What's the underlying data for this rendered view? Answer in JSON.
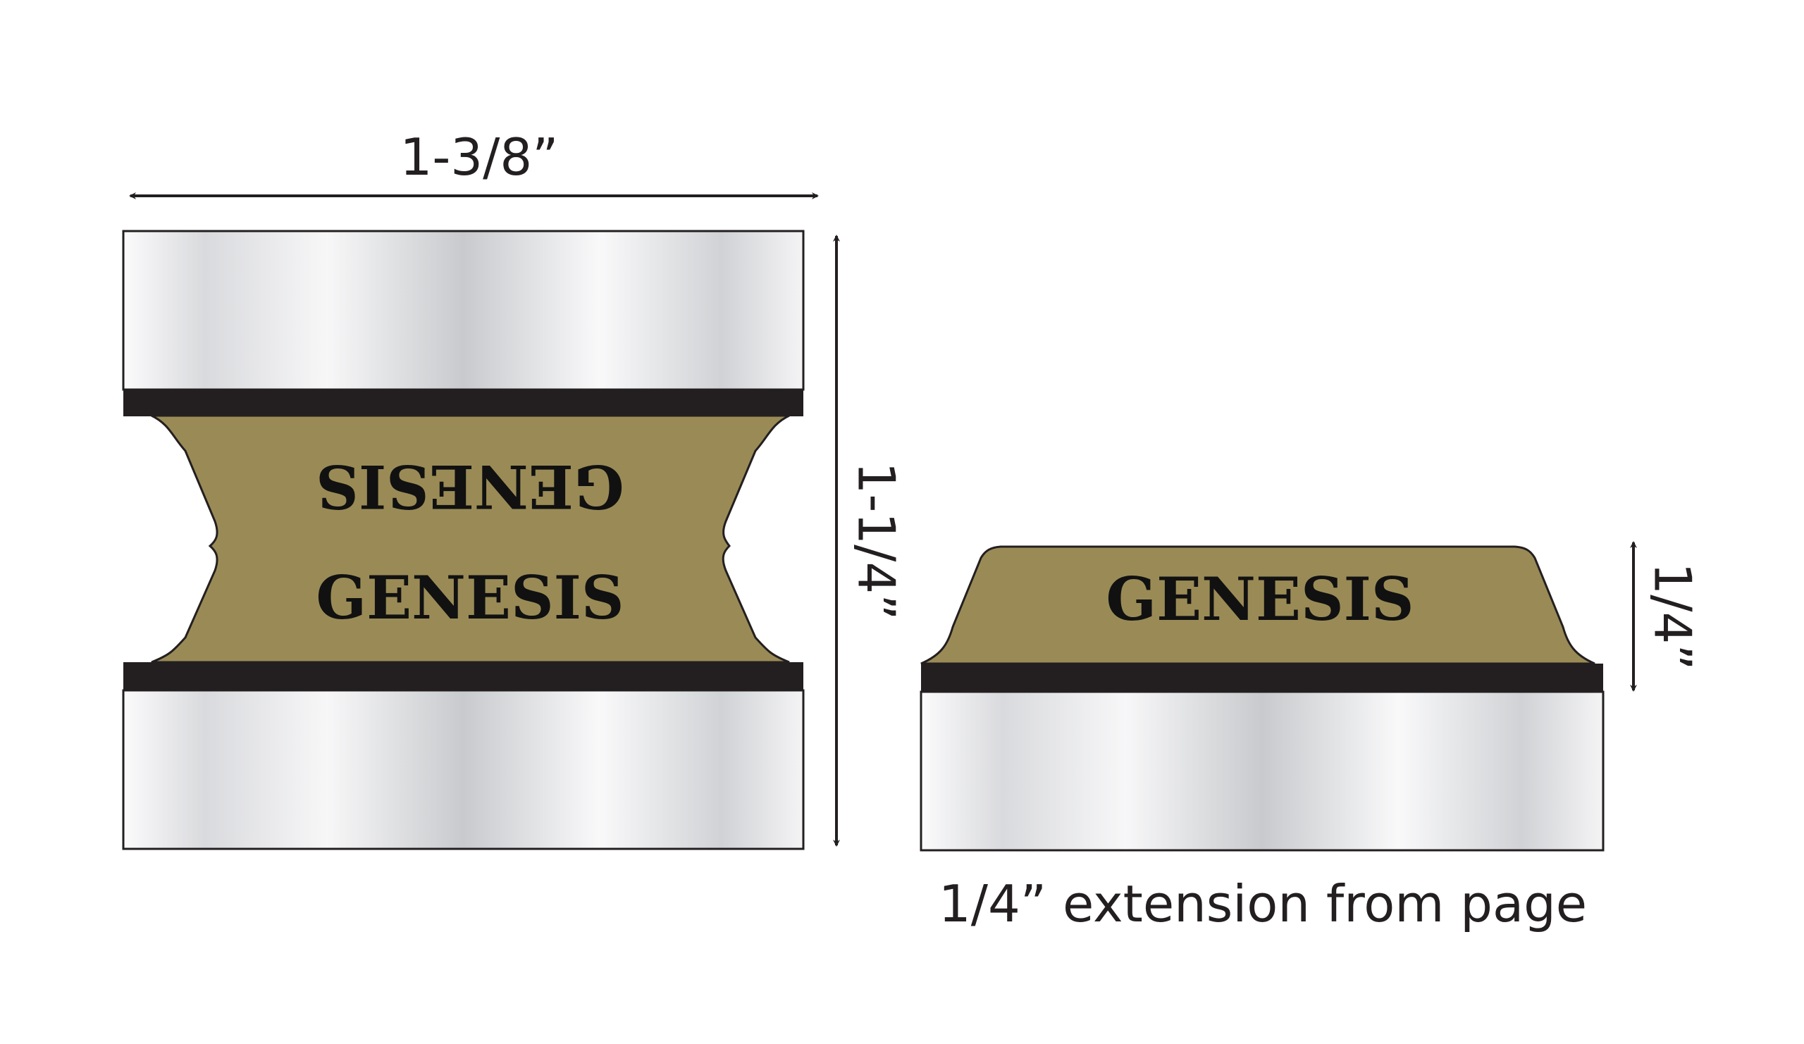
{
  "colors": {
    "tab_gold": "#9a8b56",
    "band_black": "#231f20",
    "silver_light": "#f6f6f7",
    "silver_mid": "#c9cbce",
    "outline": "#231f20",
    "text": "#111111"
  },
  "left_tab": {
    "width_label": "1-3/8”",
    "height_label": "1-1/4”",
    "text_top_mirrored": "GENESIS",
    "text_bottom": "GENESIS"
  },
  "right_tab": {
    "text": "GENESIS",
    "height_label": "1/4”",
    "caption": "1/4” extension from page"
  },
  "icons": [
    "double-arrow-icon"
  ]
}
